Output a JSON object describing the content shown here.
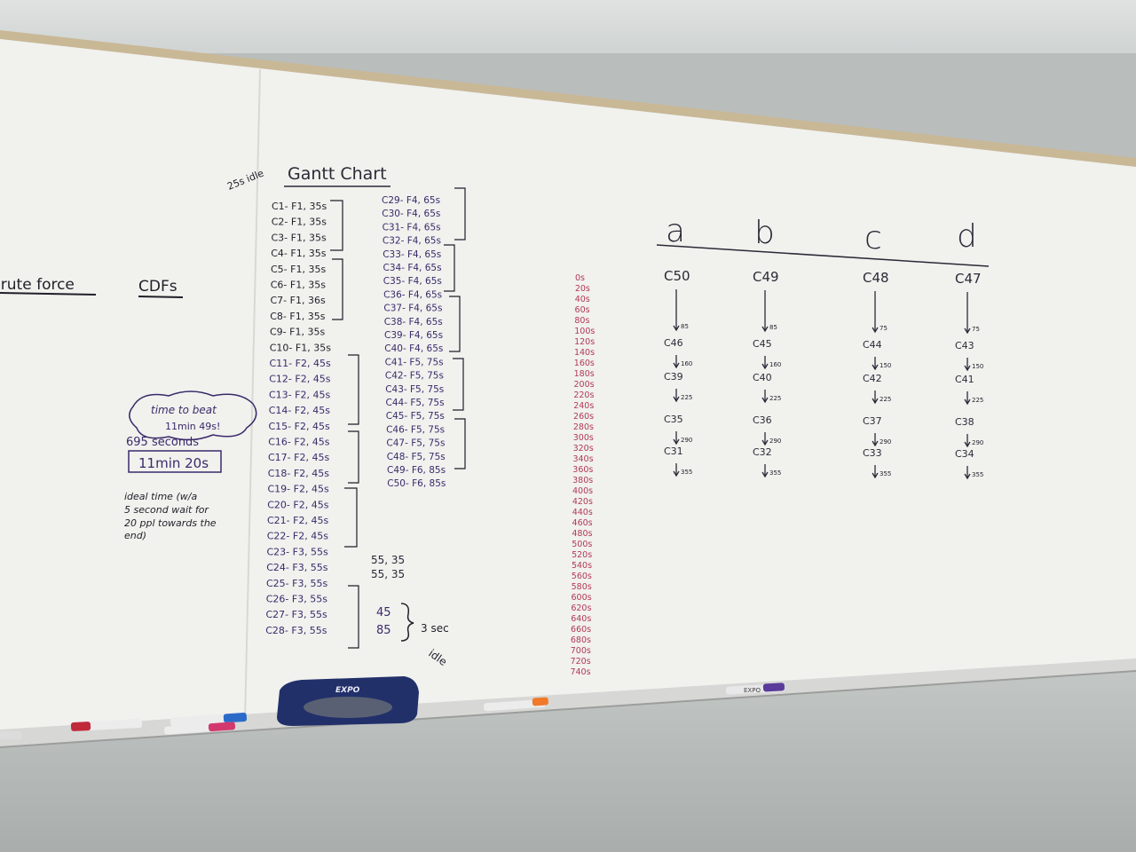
{
  "board": {
    "left_labels": {
      "brute_force": "brute force",
      "cdfs": "CDFs"
    },
    "top_note": "25s idle",
    "gantt_title": "Gantt Chart",
    "left_notes": {
      "time_to_beat": "time to beat",
      "time_to_beat_value": "11min 49s!",
      "seconds_695": "695 seconds",
      "boxed": "11min 20s",
      "ideal_1": "ideal time (w/a",
      "ideal_2": "5 second wait for",
      "ideal_3": "20 ppl towards the",
      "ideal_4": "end)"
    },
    "col1": [
      "C1- F1, 35s",
      "C2- F1, 35s",
      "C3- F1, 35s",
      "C4- F1, 35s",
      "C5- F1, 35s",
      "C6- F1, 35s",
      "C7- F1, 36s",
      "C8- F1, 35s",
      "C9- F1, 35s",
      "C10- F1, 35s",
      "C11- F2, 45s",
      "C12- F2, 45s",
      "C13- F2, 45s",
      "C14- F2, 45s",
      "C15- F2, 45s",
      "C16- F2, 45s",
      "C17- F2, 45s",
      "C18- F2, 45s",
      "C19- F2, 45s",
      "C20- F2, 45s",
      "C21- F2, 45s",
      "C22- F2, 45s",
      "C23- F3, 55s",
      "C24- F3, 55s",
      "C25- F3, 55s",
      "C26- F3, 55s",
      "C27- F3, 55s",
      "C28- F3, 55s"
    ],
    "col2": [
      "C29- F4, 65s",
      "C30- F4, 65s",
      "C31- F4, 65s",
      "C32- F4, 65s",
      "C33- F4, 65s",
      "C34- F4, 65s",
      "C35- F4, 65s",
      "C36- F4, 65s",
      "C37- F4, 65s",
      "C38- F4, 65s",
      "C39- F4, 65s",
      "C40- F4, 65s",
      "C41- F5, 75s",
      "C42- F5, 75s",
      "C43- F5, 75s",
      "C44- F5, 75s",
      "C45- F5, 75s",
      "C46- F5, 75s",
      "C47- F5, 75s",
      "C48- F5, 75s",
      "C49- F6, 85s",
      "C50- F6, 85s"
    ],
    "side_notes": {
      "a": "55, 35",
      "b": "55, 35",
      "c": "45",
      "d": "85",
      "idle_1": "3 sec",
      "idle_2": "idle"
    },
    "timeline": [
      "0s",
      "20s",
      "40s",
      "60s",
      "80s",
      "100s",
      "120s",
      "140s",
      "160s",
      "180s",
      "200s",
      "220s",
      "240s",
      "260s",
      "280s",
      "300s",
      "320s",
      "340s",
      "360s",
      "380s",
      "400s",
      "420s",
      "440s",
      "460s",
      "480s",
      "500s",
      "520s",
      "540s",
      "560s",
      "580s",
      "600s",
      "620s",
      "640s",
      "660s",
      "680s",
      "700s",
      "720s",
      "740s"
    ],
    "lanes": [
      {
        "header": "a",
        "items": [
          "C50",
          "C46",
          "C39",
          "C35",
          "C31"
        ],
        "times": [
          "85",
          "160",
          "225",
          "290",
          "355"
        ]
      },
      {
        "header": "b",
        "items": [
          "C49",
          "C45",
          "C40",
          "C36",
          "C32"
        ],
        "times": [
          "85",
          "160",
          "225",
          "290",
          "355"
        ]
      },
      {
        "header": "c",
        "items": [
          "C48",
          "C44",
          "C42",
          "C37",
          "C33"
        ],
        "times": [
          "75",
          "150",
          "225",
          "290",
          "355"
        ]
      },
      {
        "header": "d",
        "items": [
          "C47",
          "C43",
          "C41",
          "C38",
          "C34"
        ],
        "times": [
          "75",
          "150",
          "225",
          "290",
          "355"
        ]
      }
    ],
    "eraser_logo": "EXPO",
    "marker_label": "EXPO"
  },
  "colors": {
    "ink_black": "#1f1f2a",
    "ink_red": "#b03a55",
    "ink_purple": "#3a2a6a",
    "board": "#f1f1ee",
    "frame": "#c9b896"
  }
}
